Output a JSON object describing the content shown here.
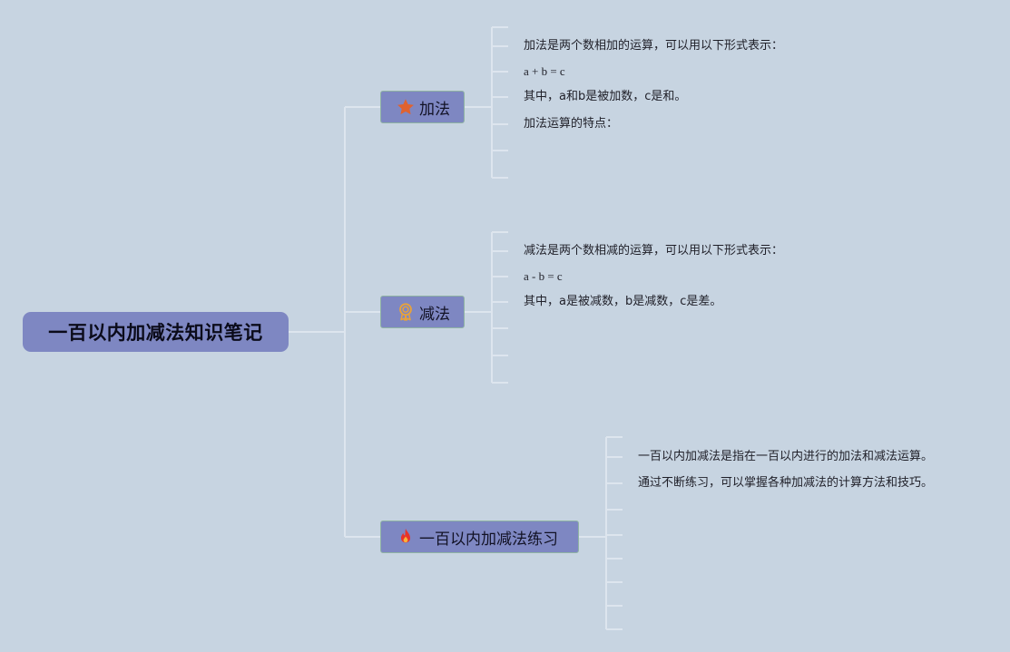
{
  "root": {
    "label": "一百以内加减法知识笔记"
  },
  "branches": [
    {
      "label": "加法",
      "icon": "star-icon",
      "icon_color": "#e0622f",
      "notes": [
        "加法是两个数相加的运算，可以用以下形式表示：",
        "a + b = c",
        "其中，a和b是被加数，c是和。",
        "加法运算的特点："
      ]
    },
    {
      "label": "减法",
      "icon": "award-ribbon-icon",
      "icon_color": "#e8a23a",
      "notes": [
        "减法是两个数相减的运算，可以用以下形式表示：",
        "a - b = c",
        "其中，a是被减数，b是减数，c是差。"
      ]
    },
    {
      "label": "一百以内加减法练习",
      "icon": "fire-icon",
      "icon_color": "#e8332a",
      "notes": [
        "一百以内加减法是指在一百以内进行的加法和减法运算。",
        "通过不断练习，可以掌握各种加减法的计算方法和技巧。"
      ]
    }
  ],
  "colors": {
    "background": "#c7d4e1",
    "node_fill": "#7e87c2",
    "connector": "#dde5ee"
  }
}
